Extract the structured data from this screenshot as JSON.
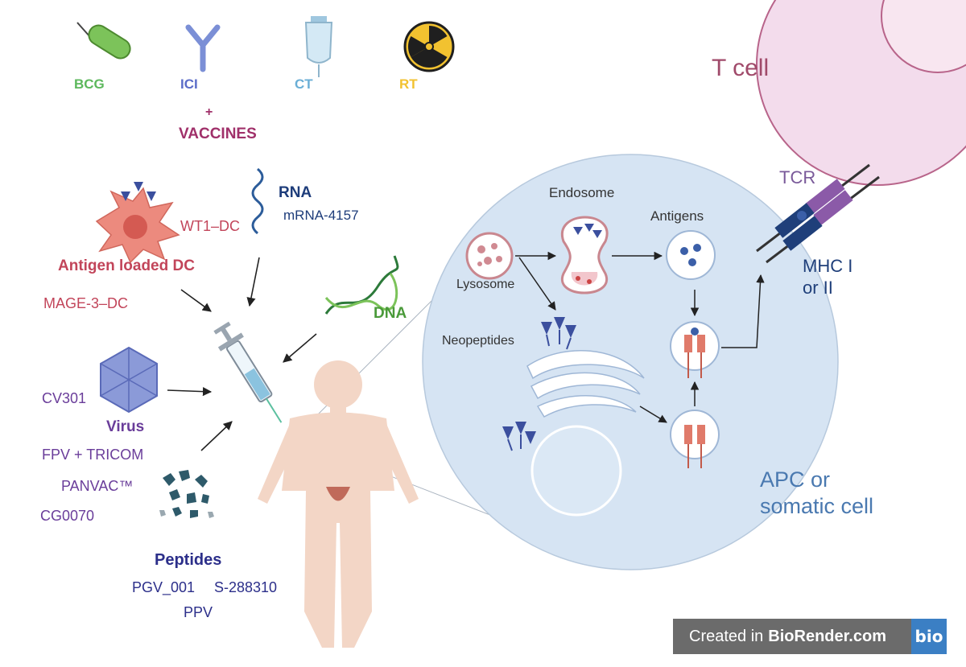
{
  "therapies": {
    "bcg": {
      "label": "BCG",
      "color": "#5cb85c"
    },
    "ici": {
      "label": "ICI",
      "color": "#5b6cc8"
    },
    "ct": {
      "label": "CT",
      "color": "#6aaed6"
    },
    "rt": {
      "label": "RT",
      "color": "#f2c230"
    },
    "plus": "+",
    "vaccines": "VACCINES"
  },
  "vaccine_types": {
    "dc": {
      "title": "Antigen loaded DC",
      "examples": [
        "WT1–DC",
        "MAGE-3–DC"
      ],
      "color": "#c2455a"
    },
    "rna": {
      "title": "RNA",
      "example": "mRNA-4157",
      "color": "#1d3c7a"
    },
    "dna": {
      "title": "DNA",
      "color": "#4a9a3a"
    },
    "virus": {
      "title": "Virus",
      "examples": [
        "CV301",
        "FPV + TRICOM",
        "PANVAC™",
        "CG0070"
      ],
      "color": "#6a3d9a"
    },
    "peptides": {
      "title": "Peptides",
      "examples": [
        "PGV_001",
        "S-288310",
        "PPV"
      ],
      "color": "#2c2f8a"
    }
  },
  "cell_diagram": {
    "t_cell": "T cell",
    "tcr": "TCR",
    "mhc": [
      "MHC I",
      "or II"
    ],
    "endosome": "Endosome",
    "antigens": "Antigens",
    "lysosome": "Lysosome",
    "neopeptides": "Neopeptides",
    "apc": [
      "APC or",
      "somatic cell"
    ]
  },
  "credit": {
    "prefix": "Created in",
    "brand": "BioRender.com",
    "logo": "bio"
  },
  "colors": {
    "apc_fill": "#d6e4f3",
    "t_cell_fill": "#f3dcec",
    "body_fill": "#f3d6c6",
    "neutral_text": "#333333",
    "cell_text": "#4a79b0",
    "t_cell_text": "#a04a6a"
  }
}
